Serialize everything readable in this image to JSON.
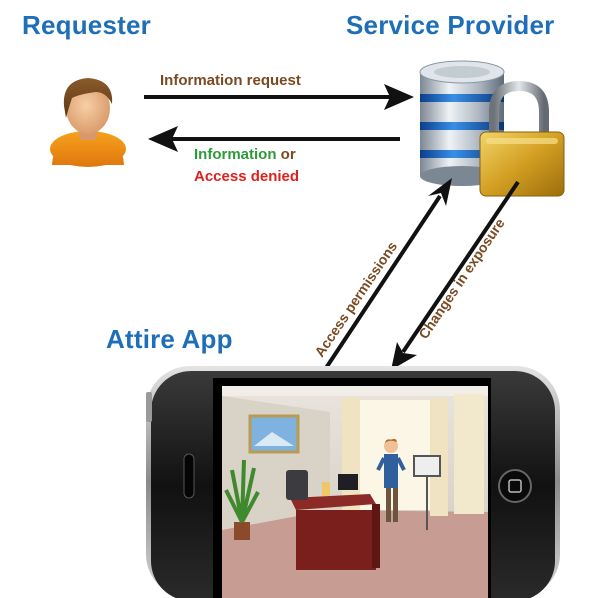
{
  "titles": {
    "requester": "Requester",
    "service_provider": "Service Provider",
    "attire_app": "Attire App"
  },
  "flows": {
    "information_request": "Information request",
    "information": "Information",
    "or": "or",
    "access_denied": "Access denied",
    "access_permissions": "Access permissions",
    "changes_in_exposure": "Changes in exposure"
  },
  "colors": {
    "title_blue": "#1f6fb8",
    "label_brown": "#7a4a22",
    "info_green": "#2e9a3a",
    "denied_red": "#e0201e",
    "arrow": "#111111"
  },
  "icons": {
    "requester": "person-icon",
    "provider": "database-lock-icon",
    "app": "smartphone-icon"
  }
}
